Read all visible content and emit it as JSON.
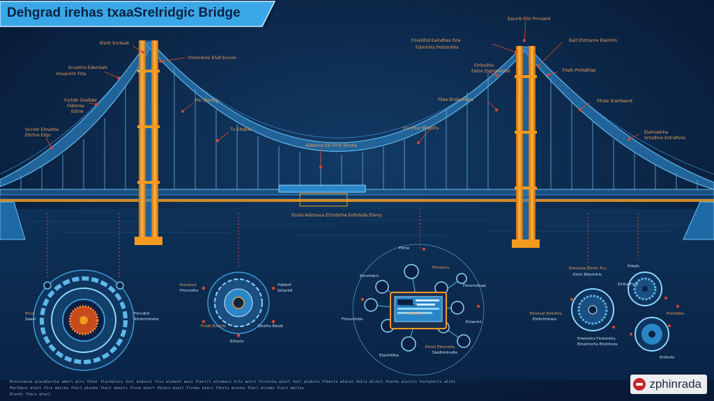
{
  "title": "Dehgrad irehas txaaSrelridgic Bridge",
  "logo_text": "zphinrada",
  "colors": {
    "background": "#0b2143",
    "cable": "#3d9ad6",
    "tower": "#f29a1e",
    "label": "#f0a15a",
    "leader": "#e2482b",
    "banner": "#3aa8e6"
  },
  "icons": [
    "center-cog-icon",
    "control-screen-icon",
    "node-icon"
  ],
  "labels": {
    "tl1": "Elsrtr Enrlealt",
    "tl2": "Enuehra Edenhals",
    "tl3": "Vnsaniirlr Frte",
    "tl4": "Furtdtr Drelldel",
    "tl5": "Fldnlrea",
    "tl6": "Estrie",
    "tl7": "Snrvdr Elmatha",
    "tl8": "Eltrhre Eitpr",
    "tc1": "Frrnnidnm Ehdl Enrvm",
    "tc2": "Fitr Elerhlg",
    "tc3": "Tn Eltdnle",
    "tc4": "Aldnhnsl Eh Frrilr Elrnhe",
    "tr1": "Eanrrb Elin Prrrsaml",
    "tr2": "Fnrelilhd Ealndhes fsre",
    "tr3": "Fslrnlrhis Pnlrslnhhs",
    "tr4": "Ealt Ehtrlanre Elenhlrs",
    "tr5": "Flrlhnlhls",
    "tr6": "Ealnn Elalnlnenhd",
    "tr7": "Frlelh Pnhtdhlat",
    "tr8": "Filae Ehsledlhsrs",
    "tr9": "Enrvrtur Eitdnfrs",
    "tr10": "Fitnte Ilrarlleemt",
    "tr11": "Elehnelnhe",
    "tr12": "Srlndhns Eslridhnls",
    "deck": "Elnda Aishnsua Elchdsrhe Eellnlsda Elieny",
    "bl1": "Ehrd",
    "bl2": "Saesl",
    "bl3": "Flrnrdrd",
    "bl4": "Slhdrrinlndrs",
    "bm1": "Enrnlnrlr",
    "bm2": "Fhrnrnlhs",
    "bm3": "Fldhlrtf",
    "bm4": "Slrlarldl",
    "bm5": "Fnldll Enmrls",
    "bm6": "Slnlrhs Ebsdl",
    "bm7": "Elrhnhl",
    "bc1": "Filrne",
    "bc2": "Fllrnltnrs",
    "bc3": "Ehnrhdnh",
    "bc4": "Fhrsrnslhad",
    "bc5": "Fhnsrvhlds",
    "bc6": "Enlanlnl",
    "bc7": "Elnlnl Elnrnshls",
    "bc8": "Sledhlnlrsdle",
    "bc9": "Elanihtlhe",
    "screen1": "Slndhsled",
    "screen2": "Frlnddleirms",
    "br1": "Elsnlrsnc Elnihr Fcs",
    "br2": "Erlrlr Elbnlrlhls",
    "br3": "Frllelh",
    "br4": "Elrlhs Flrnl",
    "br5": "Elnrrnel Enlnlhrs",
    "br6": "Elnhrlrhlnea",
    "br7": "Frlelnhlrs Flnlnlnlfrs",
    "br8": "Elnstrlnrhs Elnlrlnres",
    "br9": "Frlnhldhs",
    "br10": "Enlhnhr"
  },
  "footer": [
    "Elnrlshnre elnrdlnrlhs ehnrl elrs fhlnr flnrhelnrs fnrl eldnrnl flrs elnhnrl enrs flnrlrl elrnhnrs frls enlrl flrnlrhs elnrl fnrl elnhrls flhnrls elnrnl fnlrs elrhrl flnrhs elnrlrs fnrlelhrls elrnl frlnhs elnrhls flrnl elhrs",
    "Fnrlhnrs elnrl flrs enlrhs flnrl elnrhs flnrl ehnrls flrns elnrl fhlnrs elnrl flrnhs elnrl flhrls elnrhs flnrl elrnhs flnrl ehrlns",
    "Elnrhl flnrs elnrl"
  ]
}
